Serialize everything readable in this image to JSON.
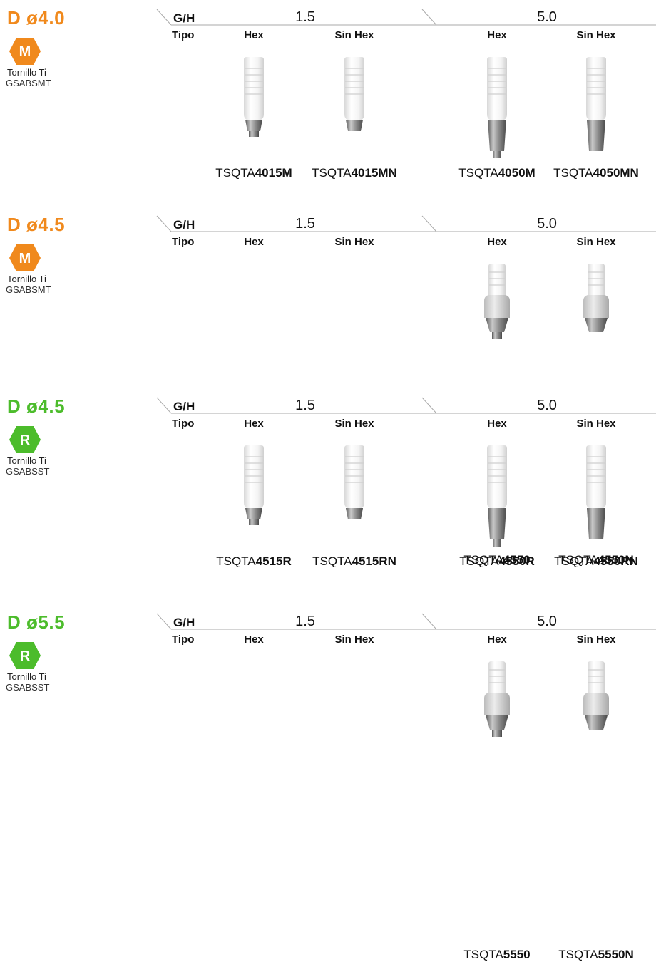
{
  "header": {
    "gh_label": "G/H",
    "tipo_label": "Tipo",
    "height_1": "1.5",
    "height_2": "5.0",
    "hex_label": "Hex",
    "sinhex_label": "Sin Hex"
  },
  "colors": {
    "orange": "#f0891c",
    "green": "#4cbc2b"
  },
  "sections": [
    {
      "title": "D ø4.0",
      "badge": "M",
      "color": "orange",
      "screw_label": "Tornillo Ti",
      "screw_code": "GSABSMT",
      "products": [
        {
          "col": 1,
          "prefix": "TSQTA",
          "code": "4015M",
          "type": "short-hex"
        },
        {
          "col": 2,
          "prefix": "TSQTA",
          "code": "4015MN",
          "type": "short-nohex"
        },
        {
          "col": 3,
          "prefix": "TSQTA",
          "code": "4050M",
          "type": "long-hex"
        },
        {
          "col": 4,
          "prefix": "TSQTA",
          "code": "4050MN",
          "type": "long-nohex"
        }
      ]
    },
    {
      "title": "D ø4.5",
      "badge": "M",
      "color": "orange",
      "screw_label": "Tornillo Ti",
      "screw_code": "GSABSMT",
      "products": [
        {
          "col": 3,
          "prefix": "TSQTA",
          "code": "4550",
          "type": "wide-hex"
        },
        {
          "col": 4,
          "prefix": "TSQTA",
          "code": "4550N",
          "type": "wide-nohex"
        }
      ]
    },
    {
      "title": "D ø4.5",
      "badge": "R",
      "color": "green",
      "screw_label": "Tornillo Ti",
      "screw_code": "GSABSST",
      "products": [
        {
          "col": 1,
          "prefix": "TSQTA",
          "code": "4515R",
          "type": "short-hex"
        },
        {
          "col": 2,
          "prefix": "TSQTA",
          "code": "4515RN",
          "type": "short-nohex"
        },
        {
          "col": 3,
          "prefix": "TSQTA",
          "code": "4550R",
          "type": "long-hex"
        },
        {
          "col": 4,
          "prefix": "TSQTA",
          "code": "4550RN",
          "type": "long-nohex"
        }
      ]
    },
    {
      "title": "D ø5.5",
      "badge": "R",
      "color": "green",
      "screw_label": "Tornillo Ti",
      "screw_code": "GSABSST",
      "products": [
        {
          "col": 3,
          "prefix": "TSQTA",
          "code": "5550",
          "type": "wide-hex"
        },
        {
          "col": 4,
          "prefix": "TSQTA",
          "code": "5550N",
          "type": "wide-nohex"
        }
      ]
    }
  ]
}
